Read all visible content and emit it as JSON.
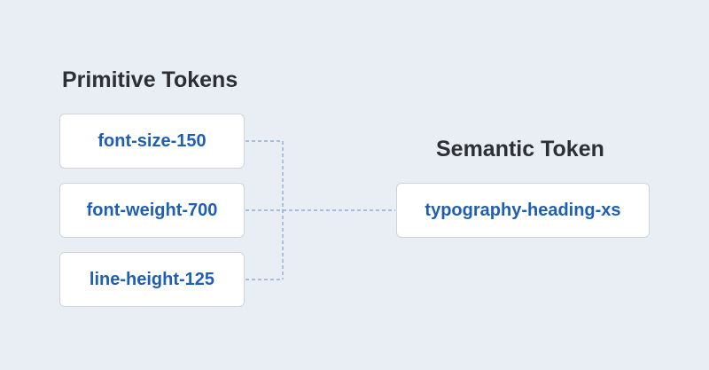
{
  "primitive": {
    "heading": "Primitive Tokens",
    "tokens": [
      "font-size-150",
      "font-weight-700",
      "line-height-125"
    ]
  },
  "semantic": {
    "heading": "Semantic Token",
    "token": "typography-heading-xs"
  },
  "colors": {
    "background": "#e9eef5",
    "heading_text": "#2d2f33",
    "token_text": "#1f5fb3",
    "box_border": "#cfd4da",
    "connector": "#7ea2d8"
  }
}
